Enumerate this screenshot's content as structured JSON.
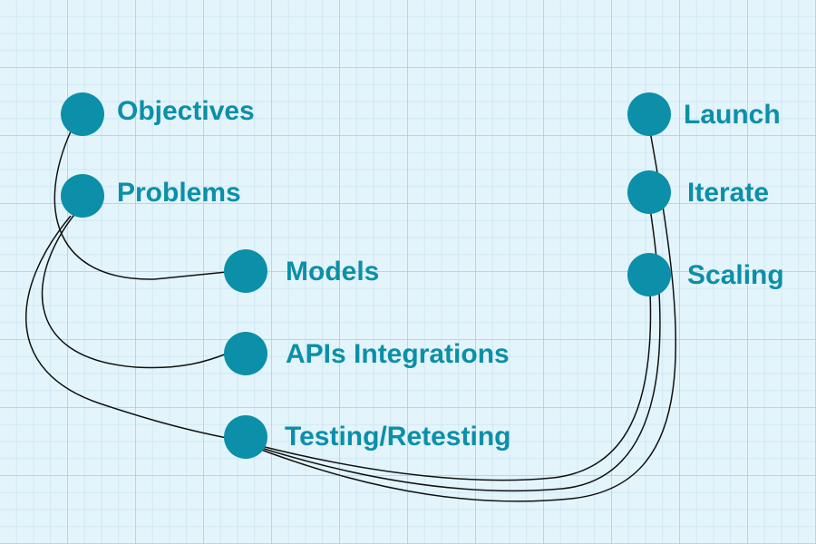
{
  "colors": {
    "accent": "#0c8fa8",
    "background": "#e3f4fb",
    "connector": "#111111"
  },
  "nodes": [
    {
      "id": "objectives",
      "label": "Objectives"
    },
    {
      "id": "problems",
      "label": "Problems"
    },
    {
      "id": "models",
      "label": "Models"
    },
    {
      "id": "apis-integrations",
      "label": "APIs Integrations"
    },
    {
      "id": "testing-retesting",
      "label": "Testing/Retesting"
    },
    {
      "id": "launch",
      "label": "Launch"
    },
    {
      "id": "iterate",
      "label": "Iterate"
    },
    {
      "id": "scaling",
      "label": "Scaling"
    }
  ],
  "edges": [
    {
      "from": "objectives",
      "to": "models"
    },
    {
      "from": "problems",
      "to": "apis-integrations"
    },
    {
      "from": "problems",
      "to": "testing-retesting"
    },
    {
      "from": "testing-retesting",
      "to": "scaling"
    },
    {
      "from": "testing-retesting",
      "to": "iterate"
    },
    {
      "from": "testing-retesting",
      "to": "launch"
    }
  ]
}
